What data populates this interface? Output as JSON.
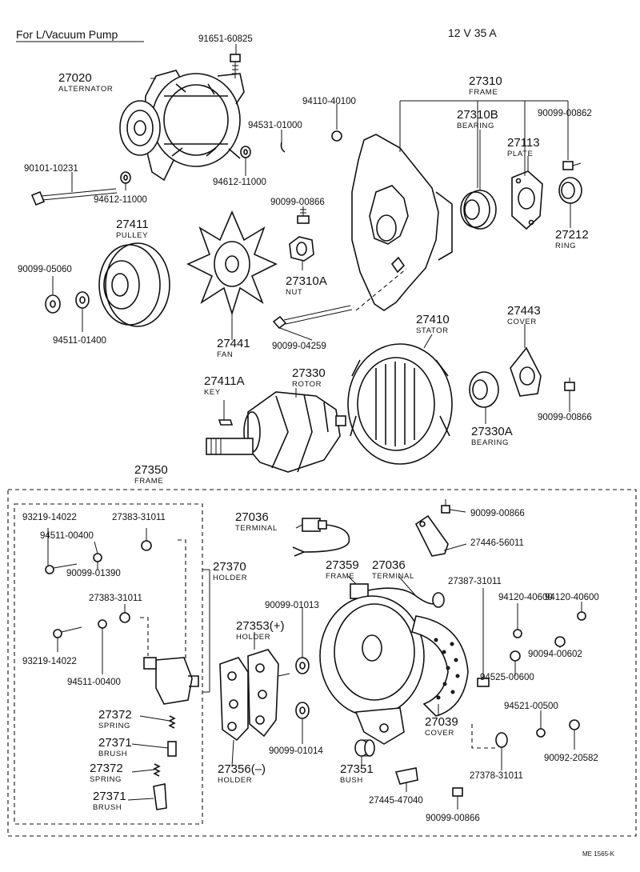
{
  "header": {
    "left_note": "For L/Vacuum Pump",
    "rating": "12 V 35 A",
    "catalog_code": "ME 1565-K"
  },
  "callouts": [
    {
      "id": "c1",
      "code": "91651-60825",
      "name": ""
    },
    {
      "id": "c2",
      "code": "27020",
      "name": "ALTERNATOR"
    },
    {
      "id": "c3",
      "code": "94110-40100",
      "name": ""
    },
    {
      "id": "c4",
      "code": "94531-01000",
      "name": ""
    },
    {
      "id": "c5",
      "code": "27310",
      "name": "FRAME"
    },
    {
      "id": "c6",
      "code": "27310B",
      "name": "BEARING"
    },
    {
      "id": "c7",
      "code": "90099-00862",
      "name": ""
    },
    {
      "id": "c8",
      "code": "27113",
      "name": "PLATE"
    },
    {
      "id": "c9",
      "code": "90101-10231",
      "name": ""
    },
    {
      "id": "c10",
      "code": "94612-11000",
      "name": ""
    },
    {
      "id": "c11",
      "code": "94612-11000",
      "name": ""
    },
    {
      "id": "c12",
      "code": "90099-00866",
      "name": ""
    },
    {
      "id": "c13",
      "code": "27411",
      "name": "PULLEY"
    },
    {
      "id": "c14",
      "code": "27212",
      "name": "RING"
    },
    {
      "id": "c15",
      "code": "90099-05060",
      "name": ""
    },
    {
      "id": "c16",
      "code": "27310A",
      "name": "NUT"
    },
    {
      "id": "c17",
      "code": "94511-01400",
      "name": ""
    },
    {
      "id": "c18",
      "code": "27441",
      "name": "FAN"
    },
    {
      "id": "c19",
      "code": "90099-04259",
      "name": ""
    },
    {
      "id": "c20",
      "code": "27410",
      "name": "STATOR"
    },
    {
      "id": "c21",
      "code": "27443",
      "name": "COVER"
    },
    {
      "id": "c22",
      "code": "27411A",
      "name": "KEY"
    },
    {
      "id": "c23",
      "code": "27330",
      "name": "ROTOR"
    },
    {
      "id": "c24",
      "code": "90099-00866",
      "name": ""
    },
    {
      "id": "c25",
      "code": "27330A",
      "name": "BEARING"
    },
    {
      "id": "c26",
      "code": "27350",
      "name": "FRAME"
    },
    {
      "id": "c27",
      "code": "93219-14022",
      "name": ""
    },
    {
      "id": "c28",
      "code": "27383-31011",
      "name": ""
    },
    {
      "id": "c29",
      "code": "27036",
      "name": "TERMINAL"
    },
    {
      "id": "c30",
      "code": "90099-00866",
      "name": ""
    },
    {
      "id": "c31",
      "code": "94511-00400",
      "name": ""
    },
    {
      "id": "c32",
      "code": "27446-56011",
      "name": ""
    },
    {
      "id": "c33",
      "code": "90099-01390",
      "name": ""
    },
    {
      "id": "c34",
      "code": "27370",
      "name": "HOLDER"
    },
    {
      "id": "c35",
      "code": "27359",
      "name": "FRAME"
    },
    {
      "id": "c36",
      "code": "27036",
      "name": "TERMINAL"
    },
    {
      "id": "c37",
      "code": "27387-31011",
      "name": ""
    },
    {
      "id": "c38",
      "code": "94120-40600",
      "name": ""
    },
    {
      "id": "c39",
      "code": "27383-31011",
      "name": ""
    },
    {
      "id": "c40",
      "code": "90099-01013",
      "name": ""
    },
    {
      "id": "c41",
      "code": "94120-40600",
      "name": ""
    },
    {
      "id": "c42",
      "code": "27353(+)",
      "name": "HOLDER"
    },
    {
      "id": "c43",
      "code": "93219-14022",
      "name": ""
    },
    {
      "id": "c44",
      "code": "90094-00602",
      "name": ""
    },
    {
      "id": "c45",
      "code": "94511-00400",
      "name": ""
    },
    {
      "id": "c46",
      "code": "94525-00600",
      "name": ""
    },
    {
      "id": "c47",
      "code": "27372",
      "name": "SPRING"
    },
    {
      "id": "c48",
      "code": "94521-00500",
      "name": ""
    },
    {
      "id": "c49",
      "code": "27039",
      "name": "COVER"
    },
    {
      "id": "c50",
      "code": "27371",
      "name": "BRUSH"
    },
    {
      "id": "c51",
      "code": "90099-01014",
      "name": ""
    },
    {
      "id": "c52",
      "code": "90092-20582",
      "name": ""
    },
    {
      "id": "c53",
      "code": "27372",
      "name": "SPRING"
    },
    {
      "id": "c54",
      "code": "27356(–)",
      "name": "HOLDER"
    },
    {
      "id": "c55",
      "code": "27351",
      "name": "BUSH"
    },
    {
      "id": "c56",
      "code": "27378-31011",
      "name": ""
    },
    {
      "id": "c57",
      "code": "27371",
      "name": "BRUSH"
    },
    {
      "id": "c58",
      "code": "27445-47040",
      "name": ""
    },
    {
      "id": "c59",
      "code": "90099-00866",
      "name": ""
    }
  ]
}
